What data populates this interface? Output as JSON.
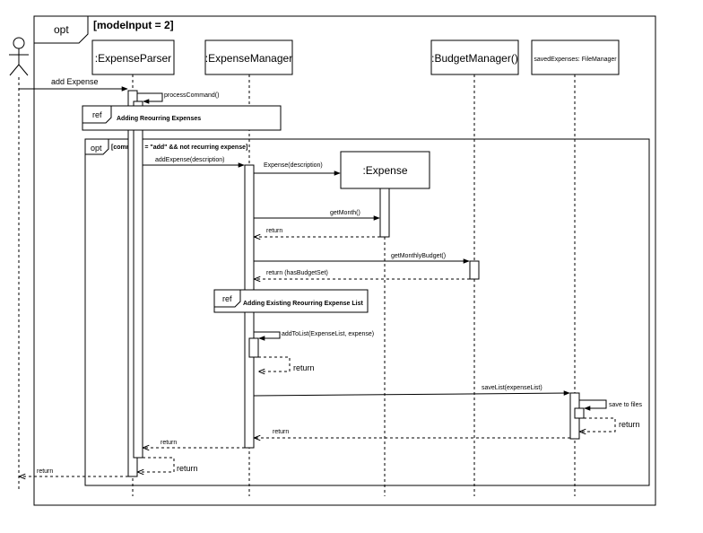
{
  "outer_frame": {
    "operator": "opt",
    "guard": "[modeInput = 2]"
  },
  "inner_frame": {
    "operator": "opt",
    "guard": "[command = \"add\" && not recurring expense]"
  },
  "refs": [
    {
      "tag": "ref",
      "label": "Adding Reourring Expenses"
    },
    {
      "tag": "ref",
      "label": "Adding Existing Reourring Expense List"
    }
  ],
  "participants": {
    "expense_parser": ":ExpenseParser",
    "expense_manager": ":ExpenseManager",
    "budget_manager": ":BudgetManager()",
    "file_manager": "savedExpenses: FileManager",
    "expense": ":Expense"
  },
  "messages": {
    "add_expense": "add Expense",
    "process_command": "processCommand()",
    "add_expense_desc": "addExpense(description)",
    "expense_ctor": "Expense(description)",
    "get_month": "getMonth()",
    "return_month": "return",
    "get_monthly_budget": "getMonthlyBudget()",
    "return_budget": "return (hasBudgetSet)",
    "add_to_list": "addToList(ExpenseList, expense)",
    "return_add_to_list": "return",
    "save_list": "saveList(expenseList)",
    "save_to_files": "save to files",
    "return_save_files": "return",
    "return_save_list": "return",
    "return_add_expense": "return",
    "return_parser_self": "return",
    "return_actor": "return"
  }
}
